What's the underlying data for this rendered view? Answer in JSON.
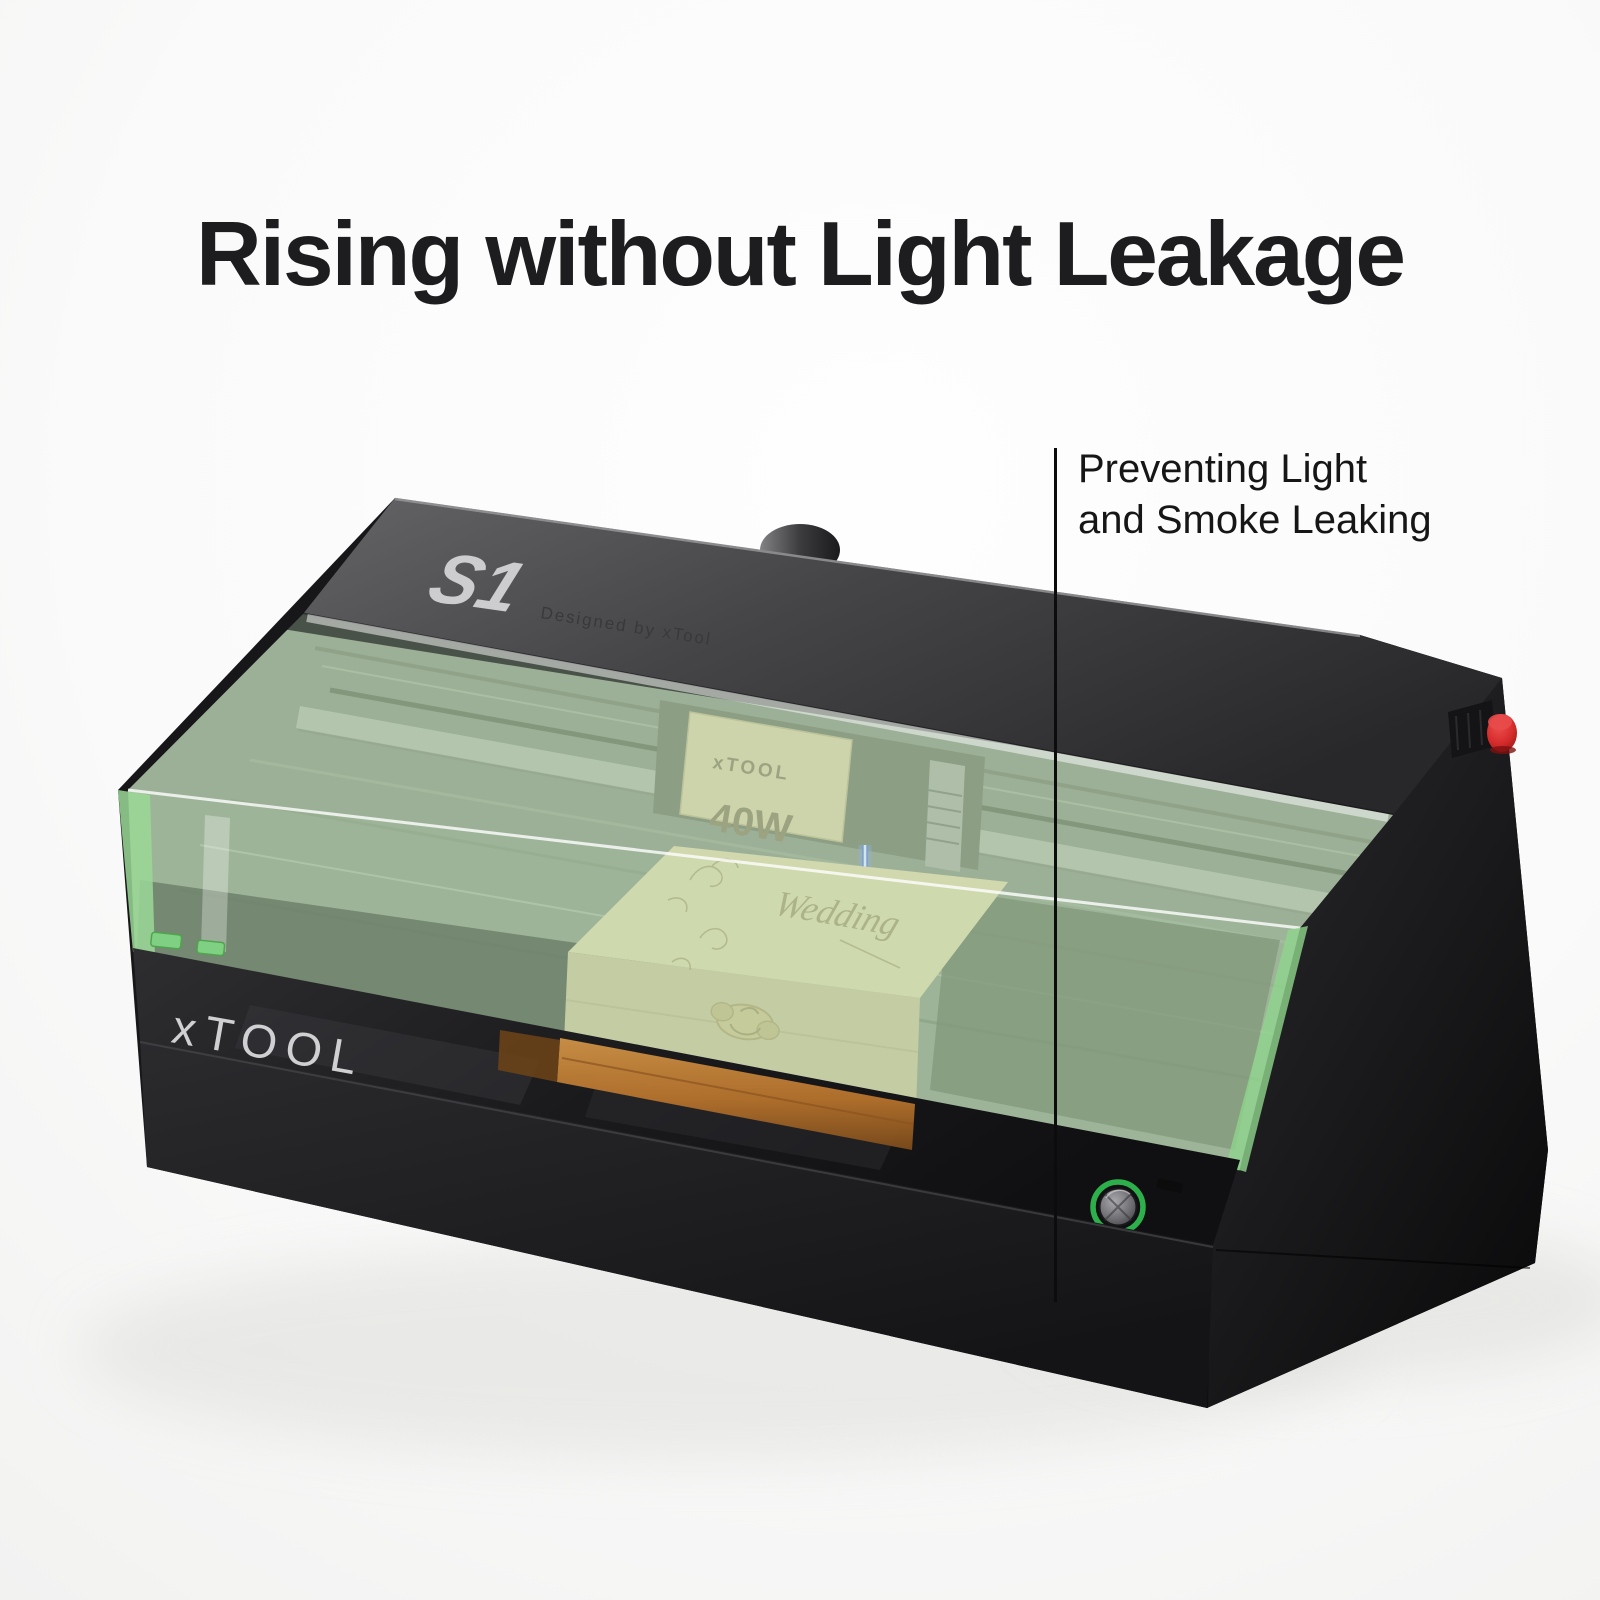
{
  "page": {
    "title": "Rising without Light Leakage"
  },
  "callout": {
    "line1": "Preventing Light",
    "line2": "and Smoke Leaking",
    "pointer_line_color": "#0c0c0c"
  },
  "machine": {
    "model_badge": "S1",
    "model_tagline": "Designed by xTool",
    "brand_logo": "xTOOL",
    "laser_module": {
      "brand": "xTOOL",
      "power_label": "40W"
    },
    "workpiece_engraving": "Wedding",
    "colors": {
      "lid_gray": "#4a4a4c",
      "riser_green": "#bcd9b6",
      "riser_edge_green": "#65c463",
      "base_black": "#232325",
      "laser_beam_blue": "#5b86ea",
      "power_ring_green": "#2db04b",
      "emergency_stop_red": "#d42a2a",
      "wood_pale": "#d8d5a8",
      "wood_warm": "#b5722c"
    }
  }
}
